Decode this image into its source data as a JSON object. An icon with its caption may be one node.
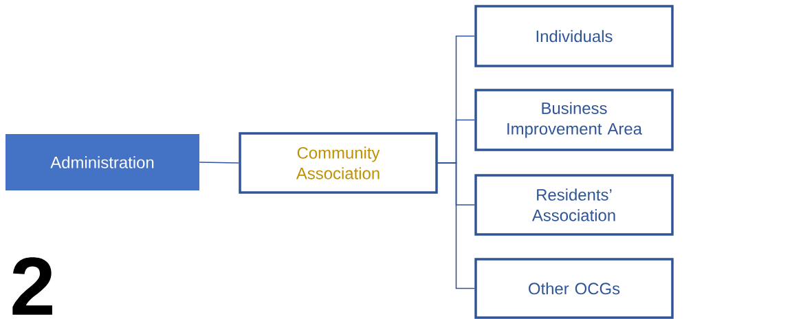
{
  "diagram": {
    "nodes": [
      {
        "text": [
          "Administration"
        ]
      },
      {
        "text": [
          "Community Association"
        ]
      },
      {
        "text": [
          "Individuals"
        ]
      },
      {
        "text": [
          "Business Improvement Area"
        ]
      },
      {
        "text": [
          "Residents’ Association"
        ]
      },
      {
        "text": [
          "Other OCGs"
        ]
      }
    ],
    "edges": [
      {
        "from": 0,
        "to": 1,
        "arrow": "none"
      },
      {
        "from": 1,
        "to": 2,
        "arrow": "none"
      },
      {
        "from": 1,
        "to": 3,
        "arrow": "none"
      },
      {
        "from": 1,
        "to": 4,
        "arrow": "none"
      },
      {
        "from": 1,
        "to": 5,
        "arrow": "none"
      }
    ],
    "labels": [
      "2"
    ]
  }
}
